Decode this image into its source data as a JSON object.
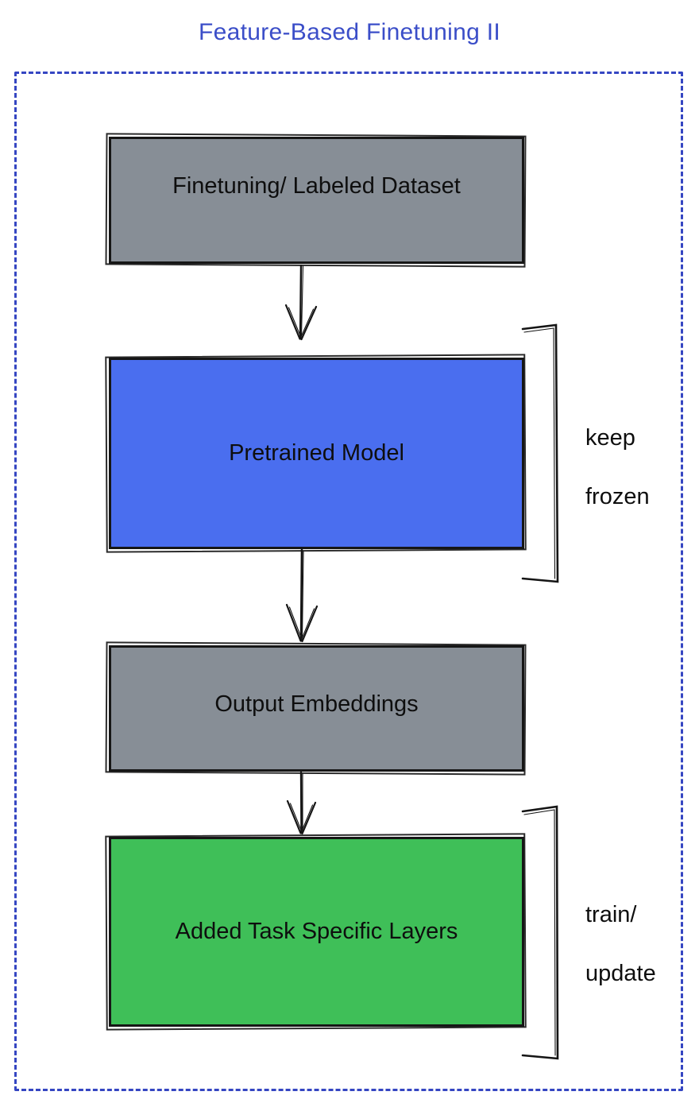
{
  "title": {
    "text": "Feature-Based Finetuning II",
    "color": "#3B4EC8"
  },
  "frame": {
    "border_color": "#3546C2",
    "style": "dashed"
  },
  "boxes": [
    {
      "id": "finetuning-dataset",
      "label": "Finetuning/ Labeled Dataset",
      "fill": "#878E96"
    },
    {
      "id": "pretrained-model",
      "label": "Pretrained Model",
      "fill": "#4A6EEF"
    },
    {
      "id": "output-embeddings",
      "label": "Output Embeddings",
      "fill": "#878E96"
    },
    {
      "id": "added-task-layers",
      "label": "Added Task Specific Layers",
      "fill": "#3FBF58"
    }
  ],
  "annotations": [
    {
      "id": "keep-frozen",
      "line1": "keep",
      "line2": "frozen",
      "attached_to": "pretrained-model"
    },
    {
      "id": "train-update",
      "line1": "train/",
      "line2": "update",
      "attached_to": "added-task-layers"
    }
  ],
  "flow": [
    "finetuning-dataset -> pretrained-model",
    "pretrained-model -> output-embeddings",
    "output-embeddings -> added-task-layers"
  ],
  "ink_color": "#151515"
}
